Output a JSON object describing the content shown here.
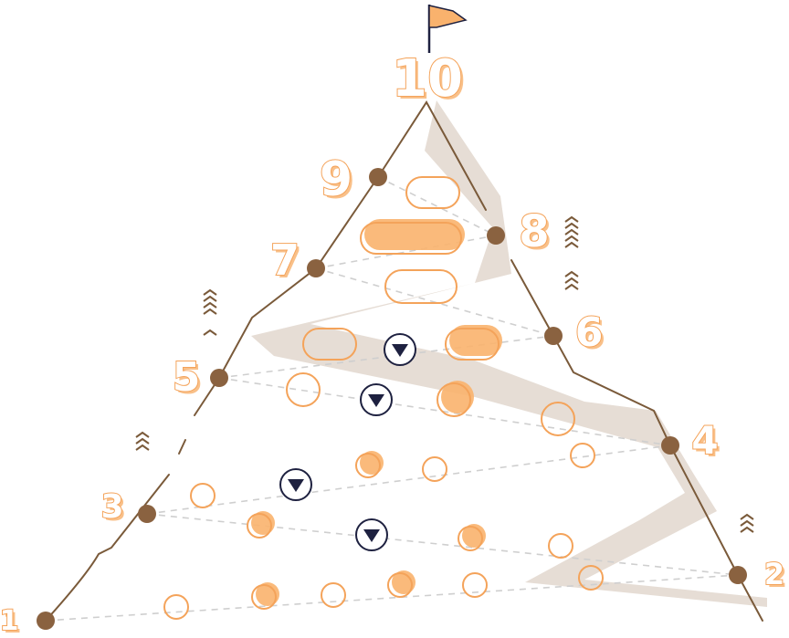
{
  "diagram": {
    "colors": {
      "path": "#7a5a3a",
      "node": "#8a6240",
      "accent": "#f4a35a",
      "accent_fill": "#f9b26d",
      "shadow": "#e6ddd5",
      "dash": "#c8c8c8",
      "marker": "#1e2140"
    },
    "summit_icon": "flag-icon",
    "steps": [
      {
        "label": "1"
      },
      {
        "label": "2"
      },
      {
        "label": "3"
      },
      {
        "label": "4"
      },
      {
        "label": "5"
      },
      {
        "label": "6"
      },
      {
        "label": "7"
      },
      {
        "label": "8"
      },
      {
        "label": "9"
      },
      {
        "label": "10"
      }
    ],
    "markers_icon": "triangle-down-icon",
    "chevrons_icon": "chevron-up-icon"
  }
}
